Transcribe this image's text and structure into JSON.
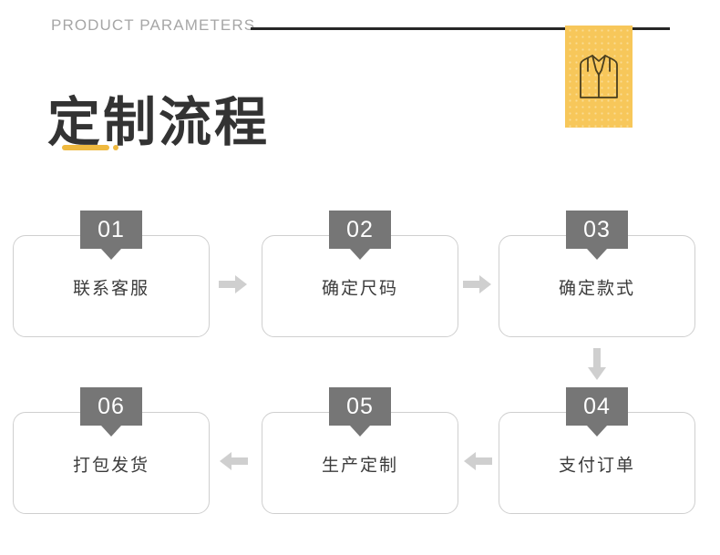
{
  "header": {
    "eyebrow": "PRODUCT PARAMETERS",
    "title": "定制流程",
    "rule_color": "#262626",
    "accent_color": "#efb93f"
  },
  "icon_tile": {
    "icon": "vest-shirt-icon",
    "background_color": "#f7c75a",
    "stroke_color": "#4a3f1e"
  },
  "flow": {
    "badge_color": "#767676",
    "box_border_color": "#cfcfcf",
    "arrow_color": "#cfcfcf",
    "steps": [
      {
        "number": "01",
        "label": "联系客服"
      },
      {
        "number": "02",
        "label": "确定尺码"
      },
      {
        "number": "03",
        "label": "确定款式"
      },
      {
        "number": "04",
        "label": "支付订单"
      },
      {
        "number": "05",
        "label": "生产定制"
      },
      {
        "number": "06",
        "label": "打包发货"
      }
    ],
    "arrows": [
      {
        "name": "arrow-step1-to-step2",
        "direction": "right"
      },
      {
        "name": "arrow-step2-to-step3",
        "direction": "right"
      },
      {
        "name": "arrow-step3-to-step4",
        "direction": "down"
      },
      {
        "name": "arrow-step4-to-step5",
        "direction": "left"
      },
      {
        "name": "arrow-step5-to-step6",
        "direction": "left"
      }
    ]
  }
}
